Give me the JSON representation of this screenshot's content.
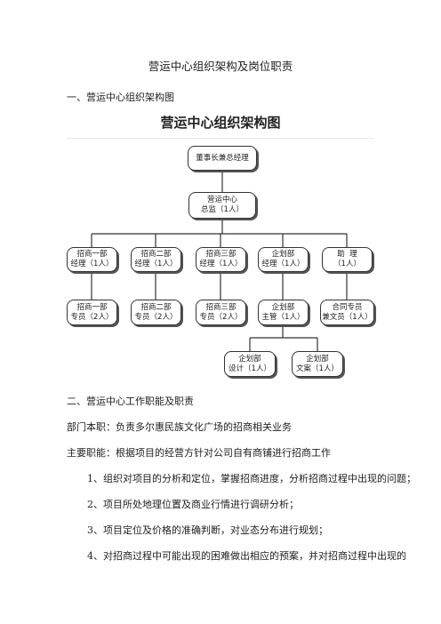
{
  "title": "营运中心组织架构及岗位职责",
  "section1": "一、营运中心组织架构图",
  "chart": {
    "title": "营运中心组织架构图",
    "ceo": "董事长兼总经理",
    "director": {
      "l1": "营运中心",
      "l2": "总监（1人）"
    },
    "managers": [
      {
        "l1": "招商一部",
        "l2": "经理（1人）"
      },
      {
        "l1": "招商二部",
        "l2": "经理（1人）"
      },
      {
        "l1": "招商三部",
        "l2": "经理（1人）"
      },
      {
        "l1": "企划部",
        "l2": "经理（1人）"
      },
      {
        "l1": "助  理",
        "l2": "（1人）"
      }
    ],
    "staff": [
      {
        "l1": "招商一部",
        "l2": "专员（2人）"
      },
      {
        "l1": "招商二部",
        "l2": "专员（2人）"
      },
      {
        "l1": "招商三部",
        "l2": "专员（2人）"
      },
      {
        "l1": "企划部",
        "l2": "主管（1人）"
      },
      {
        "l1": "合同专员",
        "l2": "兼文员（1人）"
      }
    ],
    "planning": [
      {
        "l1": "企划部",
        "l2": "设计（1人）"
      },
      {
        "l1": "企划部",
        "l2": "文案（1人）"
      }
    ]
  },
  "section2": "二、营运中心工作职能及职责",
  "dept_duty": "部门本职：负责多尔惠民族文化广场的招商相关业务",
  "main_duty": "主要职能：根据项目的经营方针对公司自有商铺进行招商工作",
  "items": [
    "1、组织对项目的分析和定位，掌握招商进度，分析招商过程中出现的问题；",
    "2、项目所处地理位置及商业行情进行调研分析；",
    "3、项目定位及价格的准确判断，对业态分布进行规划；",
    "4、对招商过程中可能出现的困难做出相应的预案，并对招商过程中出现的"
  ]
}
